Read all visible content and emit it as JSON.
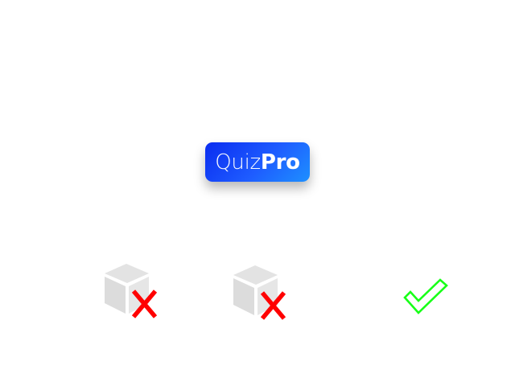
{
  "logo": {
    "part1": "Quiz",
    "part2": "Pro",
    "gradient_colors": [
      "#0a2cf0",
      "#1e90ff"
    ]
  },
  "status_items": [
    {
      "box_icon": "package-icon",
      "mark_icon": "red-x-icon",
      "mark_color": "#ff0000",
      "state": "failed"
    },
    {
      "box_icon": "package-icon",
      "mark_icon": "red-x-icon",
      "mark_color": "#ff0000",
      "state": "failed"
    },
    {
      "mark_icon": "green-check-icon",
      "mark_color": "#18ff18",
      "state": "passed"
    }
  ]
}
